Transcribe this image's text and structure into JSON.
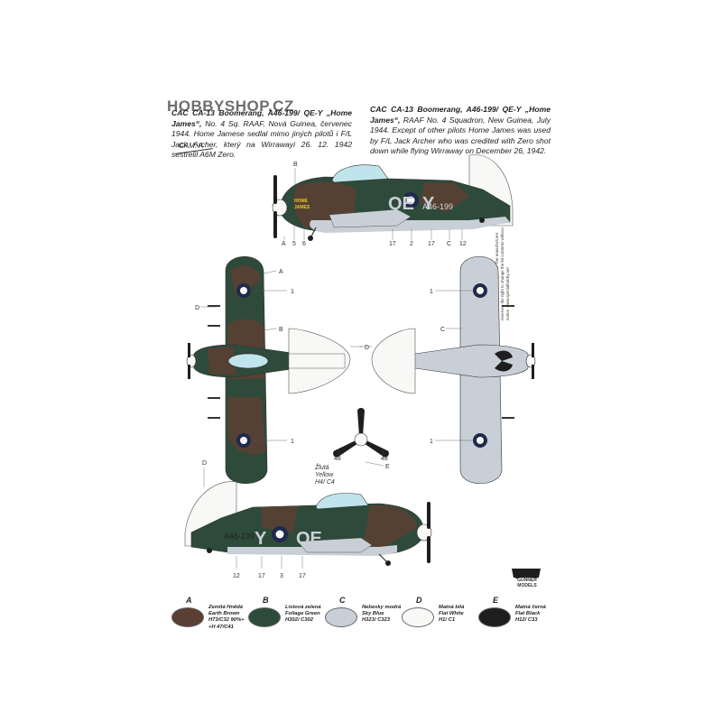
{
  "watermark": "HOBBYSHOP.CZ",
  "description_cz": {
    "title": "CAC CA-13 Boomerang, A46-199/ QE-Y „Home James“,",
    "body": "No. 4 Sq. RAAF, Nová Guinea, červenec 1944. Home Jamese sedlal mimo jiných pilotů i F/L Jack Archer, který na Wirrawayi 26. 12. 1942 sestřelil A6M Zero."
  },
  "description_en": {
    "title": "CAC CA-13 Boomerang, A46-199/ QE-Y „Home James“,",
    "body": "RAAF No. 4 Squadron, New Guinea, July 1944. Except of other pilots Home James was used by F/L Jack Archer who was credited with Zero shot down while flying Wirraway on December 26, 1942."
  },
  "cam_label": "CAM. A",
  "side_credit": "Copyright Special Hobby s.r.o. The manufacturer reserves the right to change the kit contents without notice. www.specialhobby.net",
  "markings": {
    "code_left": "QE",
    "code_right": "Y",
    "serial": "A46-199",
    "nose_art_line1": "HOME",
    "nose_art_line2": "JAMES"
  },
  "callouts": {
    "top_side": [
      "B",
      "A",
      "5",
      "6",
      "17",
      "2",
      "17",
      "C",
      "12"
    ],
    "top_view": [
      "A",
      "1",
      "D",
      "B",
      "D",
      "1"
    ],
    "bottom_view": [
      "1",
      "C",
      "D",
      "1"
    ],
    "prop": [
      "48",
      "48",
      "E"
    ],
    "prop_color_cz": "Žlutá",
    "prop_color_en": "Yellow",
    "prop_color_code": "H4/ C4",
    "bottom_side": [
      "D",
      "12",
      "17",
      "3",
      "17"
    ]
  },
  "legend": [
    {
      "letter": "A",
      "cz": "Zemitá Hnědá",
      "en": "Earth Brown",
      "code1": "H73/C32 90%+",
      "code2": "+H 47/C41",
      "color": "#5a4033"
    },
    {
      "letter": "B",
      "cz": "Listová zelená",
      "en": "Foliage Green",
      "code1": "H302/ C302",
      "code2": "",
      "color": "#2e4a3a"
    },
    {
      "letter": "C",
      "cz": "Nebesky modrá",
      "en": "Sky Blue",
      "code1": "H323/ C323",
      "code2": "",
      "color": "#c9cfd6"
    },
    {
      "letter": "D",
      "cz": "Matná bílá",
      "en": "Flat White",
      "code1": "H1/ C1",
      "code2": "",
      "color": "#f8f8f6"
    },
    {
      "letter": "E",
      "cz": "Matná černá",
      "en": "Flat Black",
      "code1": "H12/ C33",
      "code2": "",
      "color": "#1e1e1e"
    }
  ],
  "logo_text": "GUNNER MODELS",
  "colors": {
    "brown": "#5a4033",
    "green": "#2e4a3a",
    "sky": "#c9cfd6",
    "white": "#f8f8f6",
    "black": "#1e1e1e",
    "roundel_blue": "#1f2a4d",
    "canopy": "#bfe4ec"
  }
}
